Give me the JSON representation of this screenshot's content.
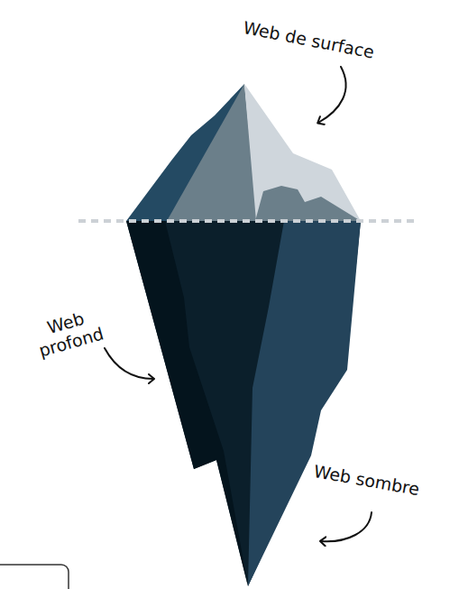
{
  "diagram": {
    "labels": [
      "Web de surface",
      "Web profond",
      "Web sombre"
    ]
  }
}
